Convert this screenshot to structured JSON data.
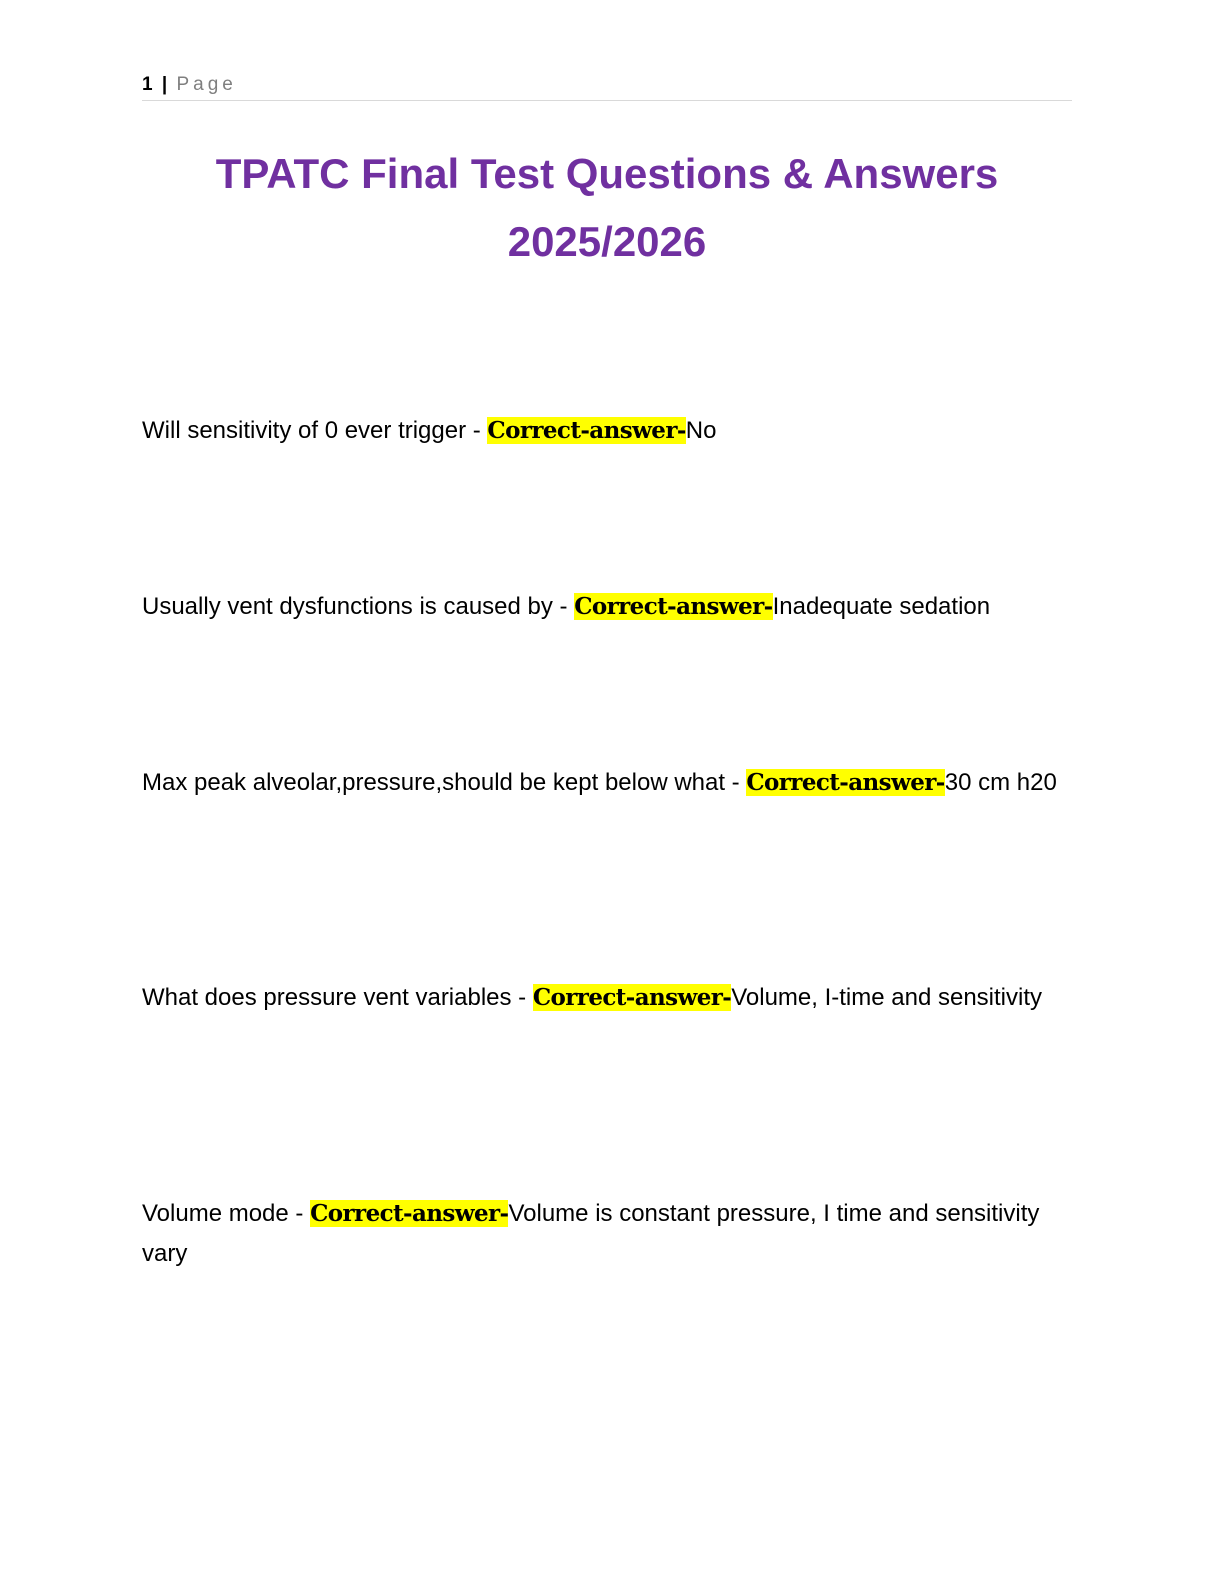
{
  "header": {
    "page_number": "1",
    "separator": "|",
    "page_label": "Page"
  },
  "title": {
    "line1": "TPATC Final Test Questions & Answers",
    "line2": "2025/2026"
  },
  "colors": {
    "title": "#7030a0",
    "highlight": "#ffff00",
    "rule": "#d9d9d9"
  },
  "answer_marker": "Correct-answer-",
  "items": [
    {
      "question": "Will sensitivity of 0 ever trigger - ",
      "answer": "No"
    },
    {
      "question": "Usually vent dysfunctions is caused by - ",
      "answer": "Inadequate sedation"
    },
    {
      "question": "Max peak alveolar,pressure,should be kept below what - ",
      "answer": "30 cm h20"
    },
    {
      "question": "What does pressure vent variables - ",
      "answer": "Volume, I-time and sensitivity"
    },
    {
      "question": "Volume mode - ",
      "answer": "Volume is constant pressure, I time and sensitivity vary"
    }
  ]
}
